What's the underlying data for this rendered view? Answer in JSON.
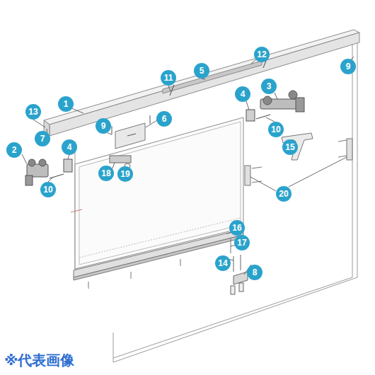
{
  "diagram": {
    "labels": [
      "1",
      "2",
      "3",
      "4",
      "4",
      "5",
      "6",
      "7",
      "8",
      "9",
      "9",
      "10",
      "10",
      "11",
      "12",
      "13",
      "14",
      "15",
      "16",
      "17",
      "18",
      "19",
      "20",
      "※代表画像"
    ]
  }
}
